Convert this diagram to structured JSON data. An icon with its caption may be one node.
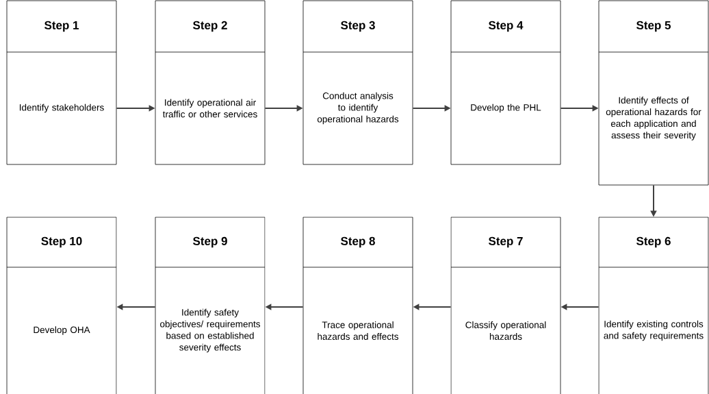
{
  "diagram": {
    "nodes": [
      {
        "text": [
          "Step 1",
          "Identify stakeholders"
        ]
      },
      {
        "text": [
          "Step 2",
          "Identify operational air traffic or other services"
        ]
      },
      {
        "text": [
          "Step 3",
          "Conduct analysis to identify operational hazards"
        ]
      },
      {
        "text": [
          "Step 4",
          "Develop the PHL"
        ]
      },
      {
        "text": [
          "Step 5",
          "Identify effects of operational hazards for each application and assess their severity"
        ]
      },
      {
        "text": [
          "Step 6",
          "Identify existing controls and safety requirements"
        ]
      },
      {
        "text": [
          "Step 7",
          "Classify operational hazards"
        ]
      },
      {
        "text": [
          "Step 8",
          "Trace operational hazards and effects"
        ]
      },
      {
        "text": [
          "Step 9",
          "Identify safety objectives/ requirements based on established severity effects"
        ]
      },
      {
        "text": [
          "Step 10",
          "Develop OHA"
        ]
      }
    ],
    "edges": [
      {
        "from": 0,
        "to": 1,
        "arrow": "to"
      },
      {
        "from": 1,
        "to": 2,
        "arrow": "to"
      },
      {
        "from": 2,
        "to": 3,
        "arrow": "to"
      },
      {
        "from": 3,
        "to": 4,
        "arrow": "to"
      },
      {
        "from": 4,
        "to": 5,
        "arrow": "to"
      },
      {
        "from": 5,
        "to": 6,
        "arrow": "to"
      },
      {
        "from": 6,
        "to": 7,
        "arrow": "to"
      },
      {
        "from": 7,
        "to": 8,
        "arrow": "to"
      },
      {
        "from": 8,
        "to": 9,
        "arrow": "to"
      }
    ]
  }
}
